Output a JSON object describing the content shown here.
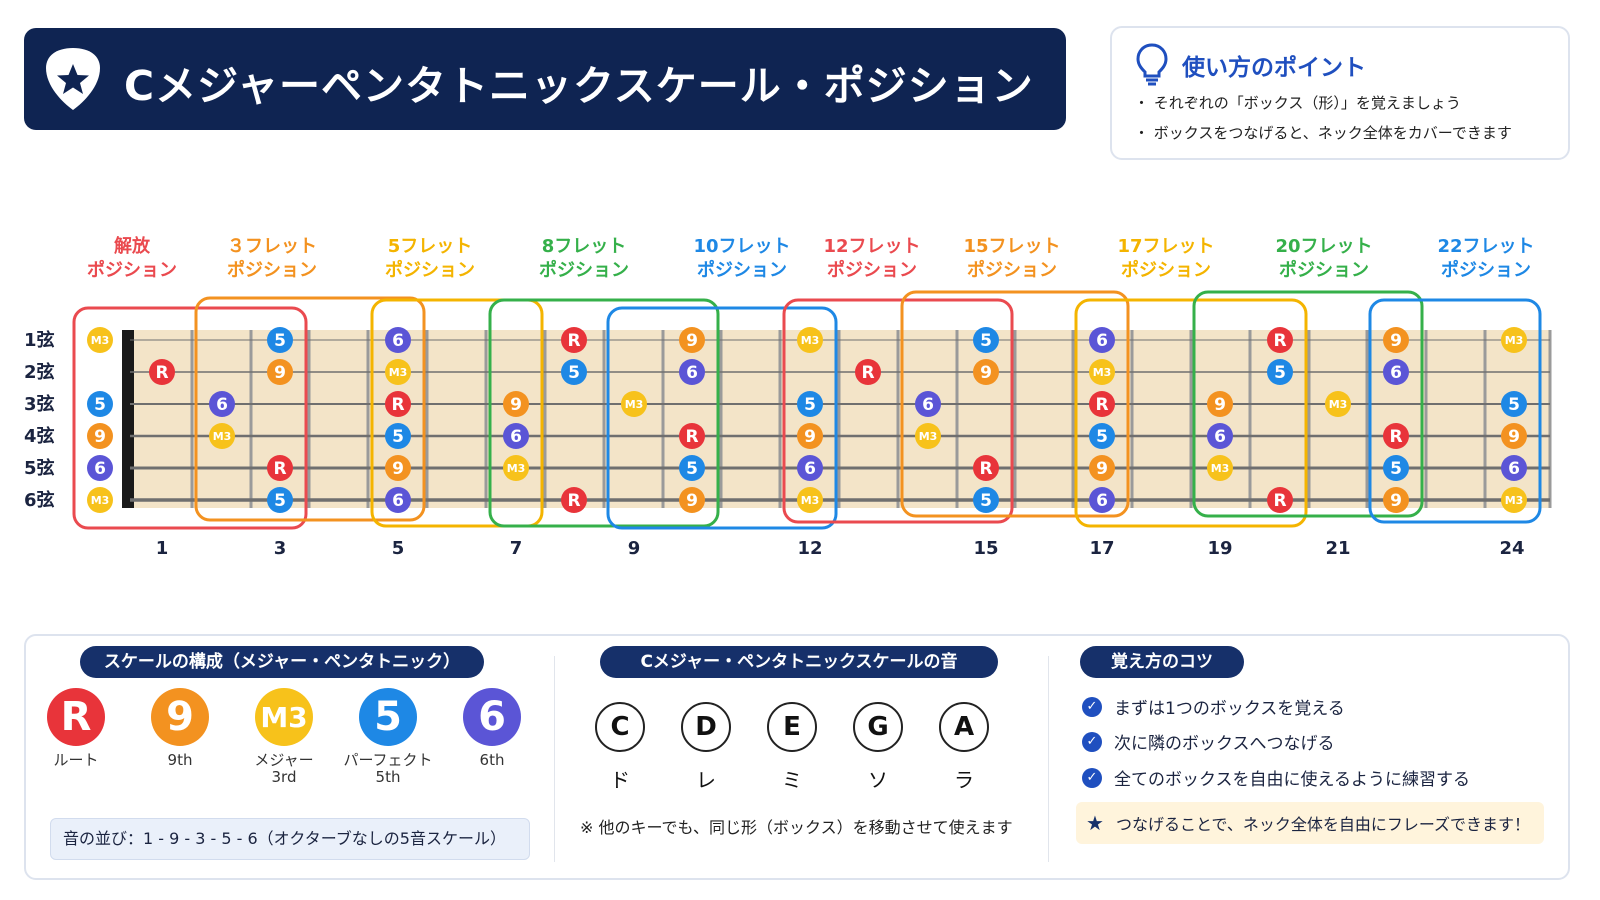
{
  "header": {
    "title": "Cメジャーペンタトニックスケール・ポジション"
  },
  "tips": {
    "title": "使い方のポイント",
    "lines": [
      "・ それぞれの「ボックス（形）」を覚えましょう",
      "・ ボックスをつなげると、ネック全体をカバーできます"
    ]
  },
  "colors": {
    "R": "#e8343a",
    "9": "#f39220",
    "M3": "#f7c21b",
    "5": "#1e88e5",
    "6": "#5b55d6",
    "navy": "#0f2452"
  },
  "positions": [
    {
      "line1": "解放",
      "line2": "ポジション",
      "color": "#ea4a4f"
    },
    {
      "line1": "３フレット",
      "line2": "ポジション",
      "color": "#f39220"
    },
    {
      "line1": "5フレット",
      "line2": "ポジション",
      "color": "#f4b400"
    },
    {
      "line1": "8フレット",
      "line2": "ポジション",
      "color": "#35b04a"
    },
    {
      "line1": "10フレット",
      "line2": "ポジション",
      "color": "#1e88e5"
    },
    {
      "line1": "12フレット",
      "line2": "ポジション",
      "color": "#ea4a4f"
    },
    {
      "line1": "15フレット",
      "line2": "ポジション",
      "color": "#f39220"
    },
    {
      "line1": "17フレット",
      "line2": "ポジション",
      "color": "#f4b400"
    },
    {
      "line1": "20フレット",
      "line2": "ポジション",
      "color": "#35b04a"
    },
    {
      "line1": "22フレット",
      "line2": "ポジション",
      "color": "#1e88e5"
    }
  ],
  "strings": [
    "1弦",
    "2弦",
    "3弦",
    "4弦",
    "5弦",
    "6弦"
  ],
  "fret_markers": [
    "1",
    "3",
    "5",
    "7",
    "9",
    "12",
    "15",
    "17",
    "19",
    "21",
    "24"
  ],
  "notes": [
    {
      "s": 1,
      "f": 0,
      "d": "M3"
    },
    {
      "s": 2,
      "f": 1,
      "d": "R"
    },
    {
      "s": 3,
      "f": 0,
      "d": "5"
    },
    {
      "s": 4,
      "f": 0,
      "d": "9"
    },
    {
      "s": 5,
      "f": 0,
      "d": "6"
    },
    {
      "s": 6,
      "f": 0,
      "d": "M3"
    },
    {
      "s": 3,
      "f": 2,
      "d": "6"
    },
    {
      "s": 4,
      "f": 2,
      "d": "M3"
    },
    {
      "s": 1,
      "f": 3,
      "d": "5"
    },
    {
      "s": 2,
      "f": 3,
      "d": "9"
    },
    {
      "s": 5,
      "f": 3,
      "d": "R"
    },
    {
      "s": 6,
      "f": 3,
      "d": "5"
    },
    {
      "s": 1,
      "f": 5,
      "d": "6"
    },
    {
      "s": 2,
      "f": 5,
      "d": "M3"
    },
    {
      "s": 3,
      "f": 5,
      "d": "R"
    },
    {
      "s": 4,
      "f": 5,
      "d": "5"
    },
    {
      "s": 5,
      "f": 5,
      "d": "9"
    },
    {
      "s": 6,
      "f": 5,
      "d": "6"
    },
    {
      "s": 3,
      "f": 7,
      "d": "9"
    },
    {
      "s": 4,
      "f": 7,
      "d": "6"
    },
    {
      "s": 5,
      "f": 7,
      "d": "M3"
    },
    {
      "s": 1,
      "f": 8,
      "d": "R"
    },
    {
      "s": 2,
      "f": 8,
      "d": "5"
    },
    {
      "s": 6,
      "f": 8,
      "d": "R"
    },
    {
      "s": 3,
      "f": 9,
      "d": "M3"
    },
    {
      "s": 1,
      "f": 10,
      "d": "9"
    },
    {
      "s": 2,
      "f": 10,
      "d": "6"
    },
    {
      "s": 4,
      "f": 10,
      "d": "R"
    },
    {
      "s": 5,
      "f": 10,
      "d": "5"
    },
    {
      "s": 6,
      "f": 10,
      "d": "9"
    },
    {
      "s": 1,
      "f": 12,
      "d": "M3"
    },
    {
      "s": 3,
      "f": 12,
      "d": "5"
    },
    {
      "s": 4,
      "f": 12,
      "d": "9"
    },
    {
      "s": 5,
      "f": 12,
      "d": "6"
    },
    {
      "s": 6,
      "f": 12,
      "d": "M3"
    },
    {
      "s": 2,
      "f": 13,
      "d": "R"
    },
    {
      "s": 3,
      "f": 14,
      "d": "6"
    },
    {
      "s": 4,
      "f": 14,
      "d": "M3"
    },
    {
      "s": 1,
      "f": 15,
      "d": "5"
    },
    {
      "s": 2,
      "f": 15,
      "d": "9"
    },
    {
      "s": 5,
      "f": 15,
      "d": "R"
    },
    {
      "s": 6,
      "f": 15,
      "d": "5"
    },
    {
      "s": 1,
      "f": 17,
      "d": "6"
    },
    {
      "s": 2,
      "f": 17,
      "d": "M3"
    },
    {
      "s": 3,
      "f": 17,
      "d": "R"
    },
    {
      "s": 4,
      "f": 17,
      "d": "5"
    },
    {
      "s": 5,
      "f": 17,
      "d": "9"
    },
    {
      "s": 6,
      "f": 17,
      "d": "6"
    },
    {
      "s": 3,
      "f": 19,
      "d": "9"
    },
    {
      "s": 4,
      "f": 19,
      "d": "6"
    },
    {
      "s": 5,
      "f": 19,
      "d": "M3"
    },
    {
      "s": 1,
      "f": 20,
      "d": "R"
    },
    {
      "s": 2,
      "f": 20,
      "d": "5"
    },
    {
      "s": 6,
      "f": 20,
      "d": "R"
    },
    {
      "s": 3,
      "f": 21,
      "d": "M3"
    },
    {
      "s": 1,
      "f": 22,
      "d": "9"
    },
    {
      "s": 2,
      "f": 22,
      "d": "6"
    },
    {
      "s": 4,
      "f": 22,
      "d": "R"
    },
    {
      "s": 5,
      "f": 22,
      "d": "5"
    },
    {
      "s": 6,
      "f": 22,
      "d": "9"
    },
    {
      "s": 1,
      "f": 24,
      "d": "M3"
    },
    {
      "s": 3,
      "f": 24,
      "d": "5"
    },
    {
      "s": 4,
      "f": 24,
      "d": "9"
    },
    {
      "s": 5,
      "f": 24,
      "d": "6"
    },
    {
      "s": 6,
      "f": 24,
      "d": "M3"
    }
  ],
  "scale_section": {
    "title": "スケールの構成（メジャー・ペンタトニック）",
    "items": [
      {
        "symbol": "R",
        "label": "ルート",
        "color": "#e8343a"
      },
      {
        "symbol": "9",
        "label": "9th",
        "color": "#f39220"
      },
      {
        "symbol": "M3",
        "label": "メジャー\n3rd",
        "color": "#f7c21b"
      },
      {
        "symbol": "5",
        "label": "パーフェクト\n5th",
        "color": "#1e88e5"
      },
      {
        "symbol": "6",
        "label": "6th",
        "color": "#5b55d6"
      }
    ],
    "order_text": "音の並び：1 - 9 - 3 - 5 - 6（オクターブなしの5音スケール）"
  },
  "notes_section": {
    "title": "Cメジャー・ペンタトニックスケールの音",
    "notes": [
      {
        "letter": "C",
        "kana": "ド"
      },
      {
        "letter": "D",
        "kana": "レ"
      },
      {
        "letter": "E",
        "kana": "ミ"
      },
      {
        "letter": "G",
        "kana": "ソ"
      },
      {
        "letter": "A",
        "kana": "ラ"
      }
    ],
    "remark": "※ 他のキーでも、同じ形（ボックス）を移動させて使えます"
  },
  "tips_section": {
    "title": "覚え方のコツ",
    "items": [
      "まずは1つのボックスを覚える",
      "次に隣のボックスへつなげる",
      "全てのボックスを自由に使えるように練習する"
    ],
    "highlight": "つなげることで、ネック全体を自由にフレーズできます！"
  }
}
